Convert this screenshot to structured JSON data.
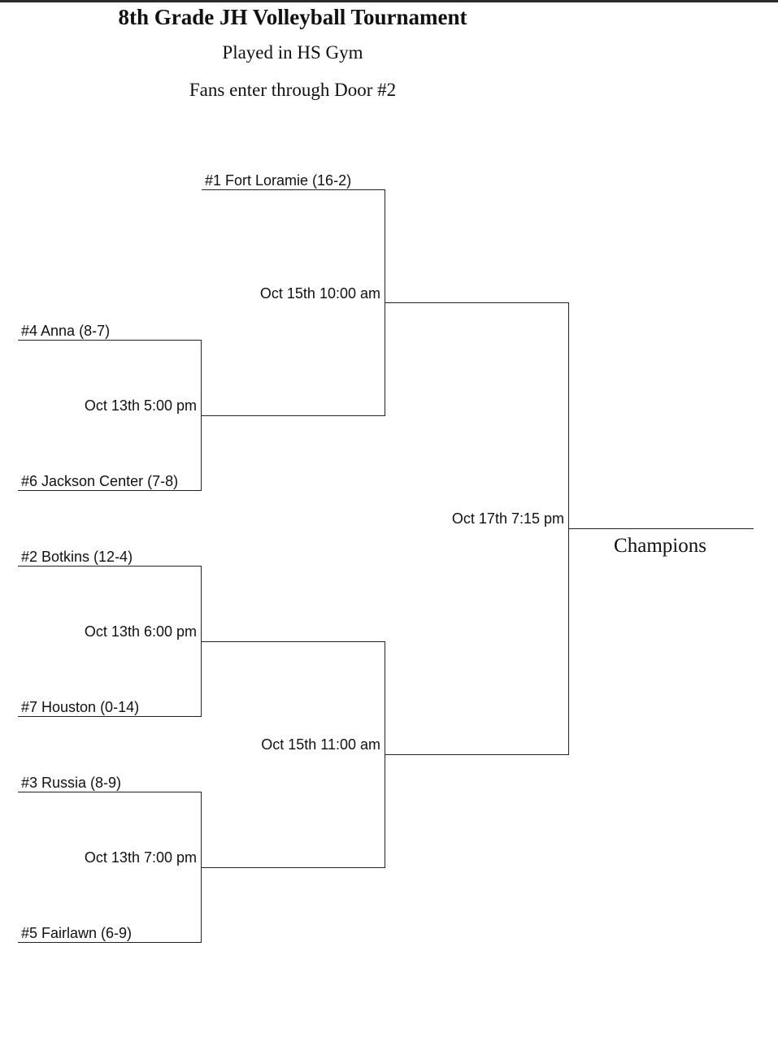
{
  "header": {
    "title": "8th Grade JH Volleyball Tournament",
    "subtitle": "Played in HS Gym",
    "note": "Fans enter through Door #2"
  },
  "teams": {
    "fort_loramie": "#1 Fort Loramie (16-2)",
    "anna": "#4 Anna (8-7)",
    "jackson_center": "#6 Jackson Center (7-8)",
    "botkins": "#2 Botkins (12-4)",
    "houston": "#7 Houston (0-14)",
    "russia": "#3 Russia (8-9)",
    "fairlawn": "#5 Fairlawn (6-9)"
  },
  "games": {
    "r1_anna_jackson": "Oct 13th 5:00 pm",
    "r1_botkins_houston": "Oct 13th 6:00 pm",
    "r1_russia_fairlawn": "Oct 13th 7:00 pm",
    "semi_top": "Oct 15th 10:00 am",
    "semi_bottom": "Oct 15th 11:00 am",
    "final": "Oct 17th 7:15 pm"
  },
  "champion_label": "Champions"
}
